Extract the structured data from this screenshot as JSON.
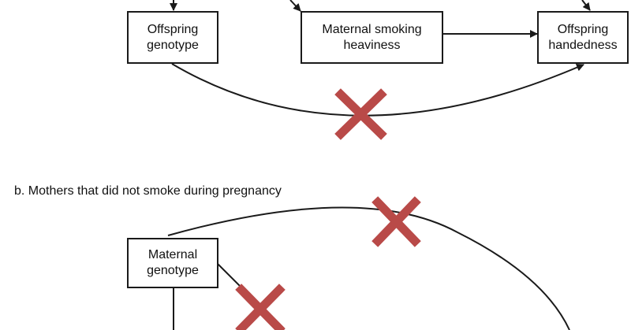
{
  "panel_a": {
    "nodes": {
      "offspring_genotype": "Offspring\ngenotype",
      "maternal_smoking_heaviness": "Maternal smoking\nheaviness",
      "offspring_handedness": "Offspring\nhandedness"
    },
    "edges": [
      {
        "from": "maternal_smoking_heaviness",
        "to": "offspring_handedness",
        "blocked": false
      },
      {
        "from": "offspring_genotype",
        "to": "offspring_handedness",
        "blocked": true
      }
    ]
  },
  "panel_b": {
    "title": "b. Mothers that did not smoke during pregnancy",
    "nodes": {
      "maternal_genotype": "Maternal\ngenotype"
    },
    "edges": [
      {
        "from": "maternal_genotype",
        "to": "offscreen-right",
        "blocked": true
      },
      {
        "from": "maternal_genotype",
        "to": "offscreen-bottom",
        "blocked": true
      }
    ]
  },
  "colors": {
    "line": "#1a1a1a",
    "cross": "#b94a48"
  }
}
